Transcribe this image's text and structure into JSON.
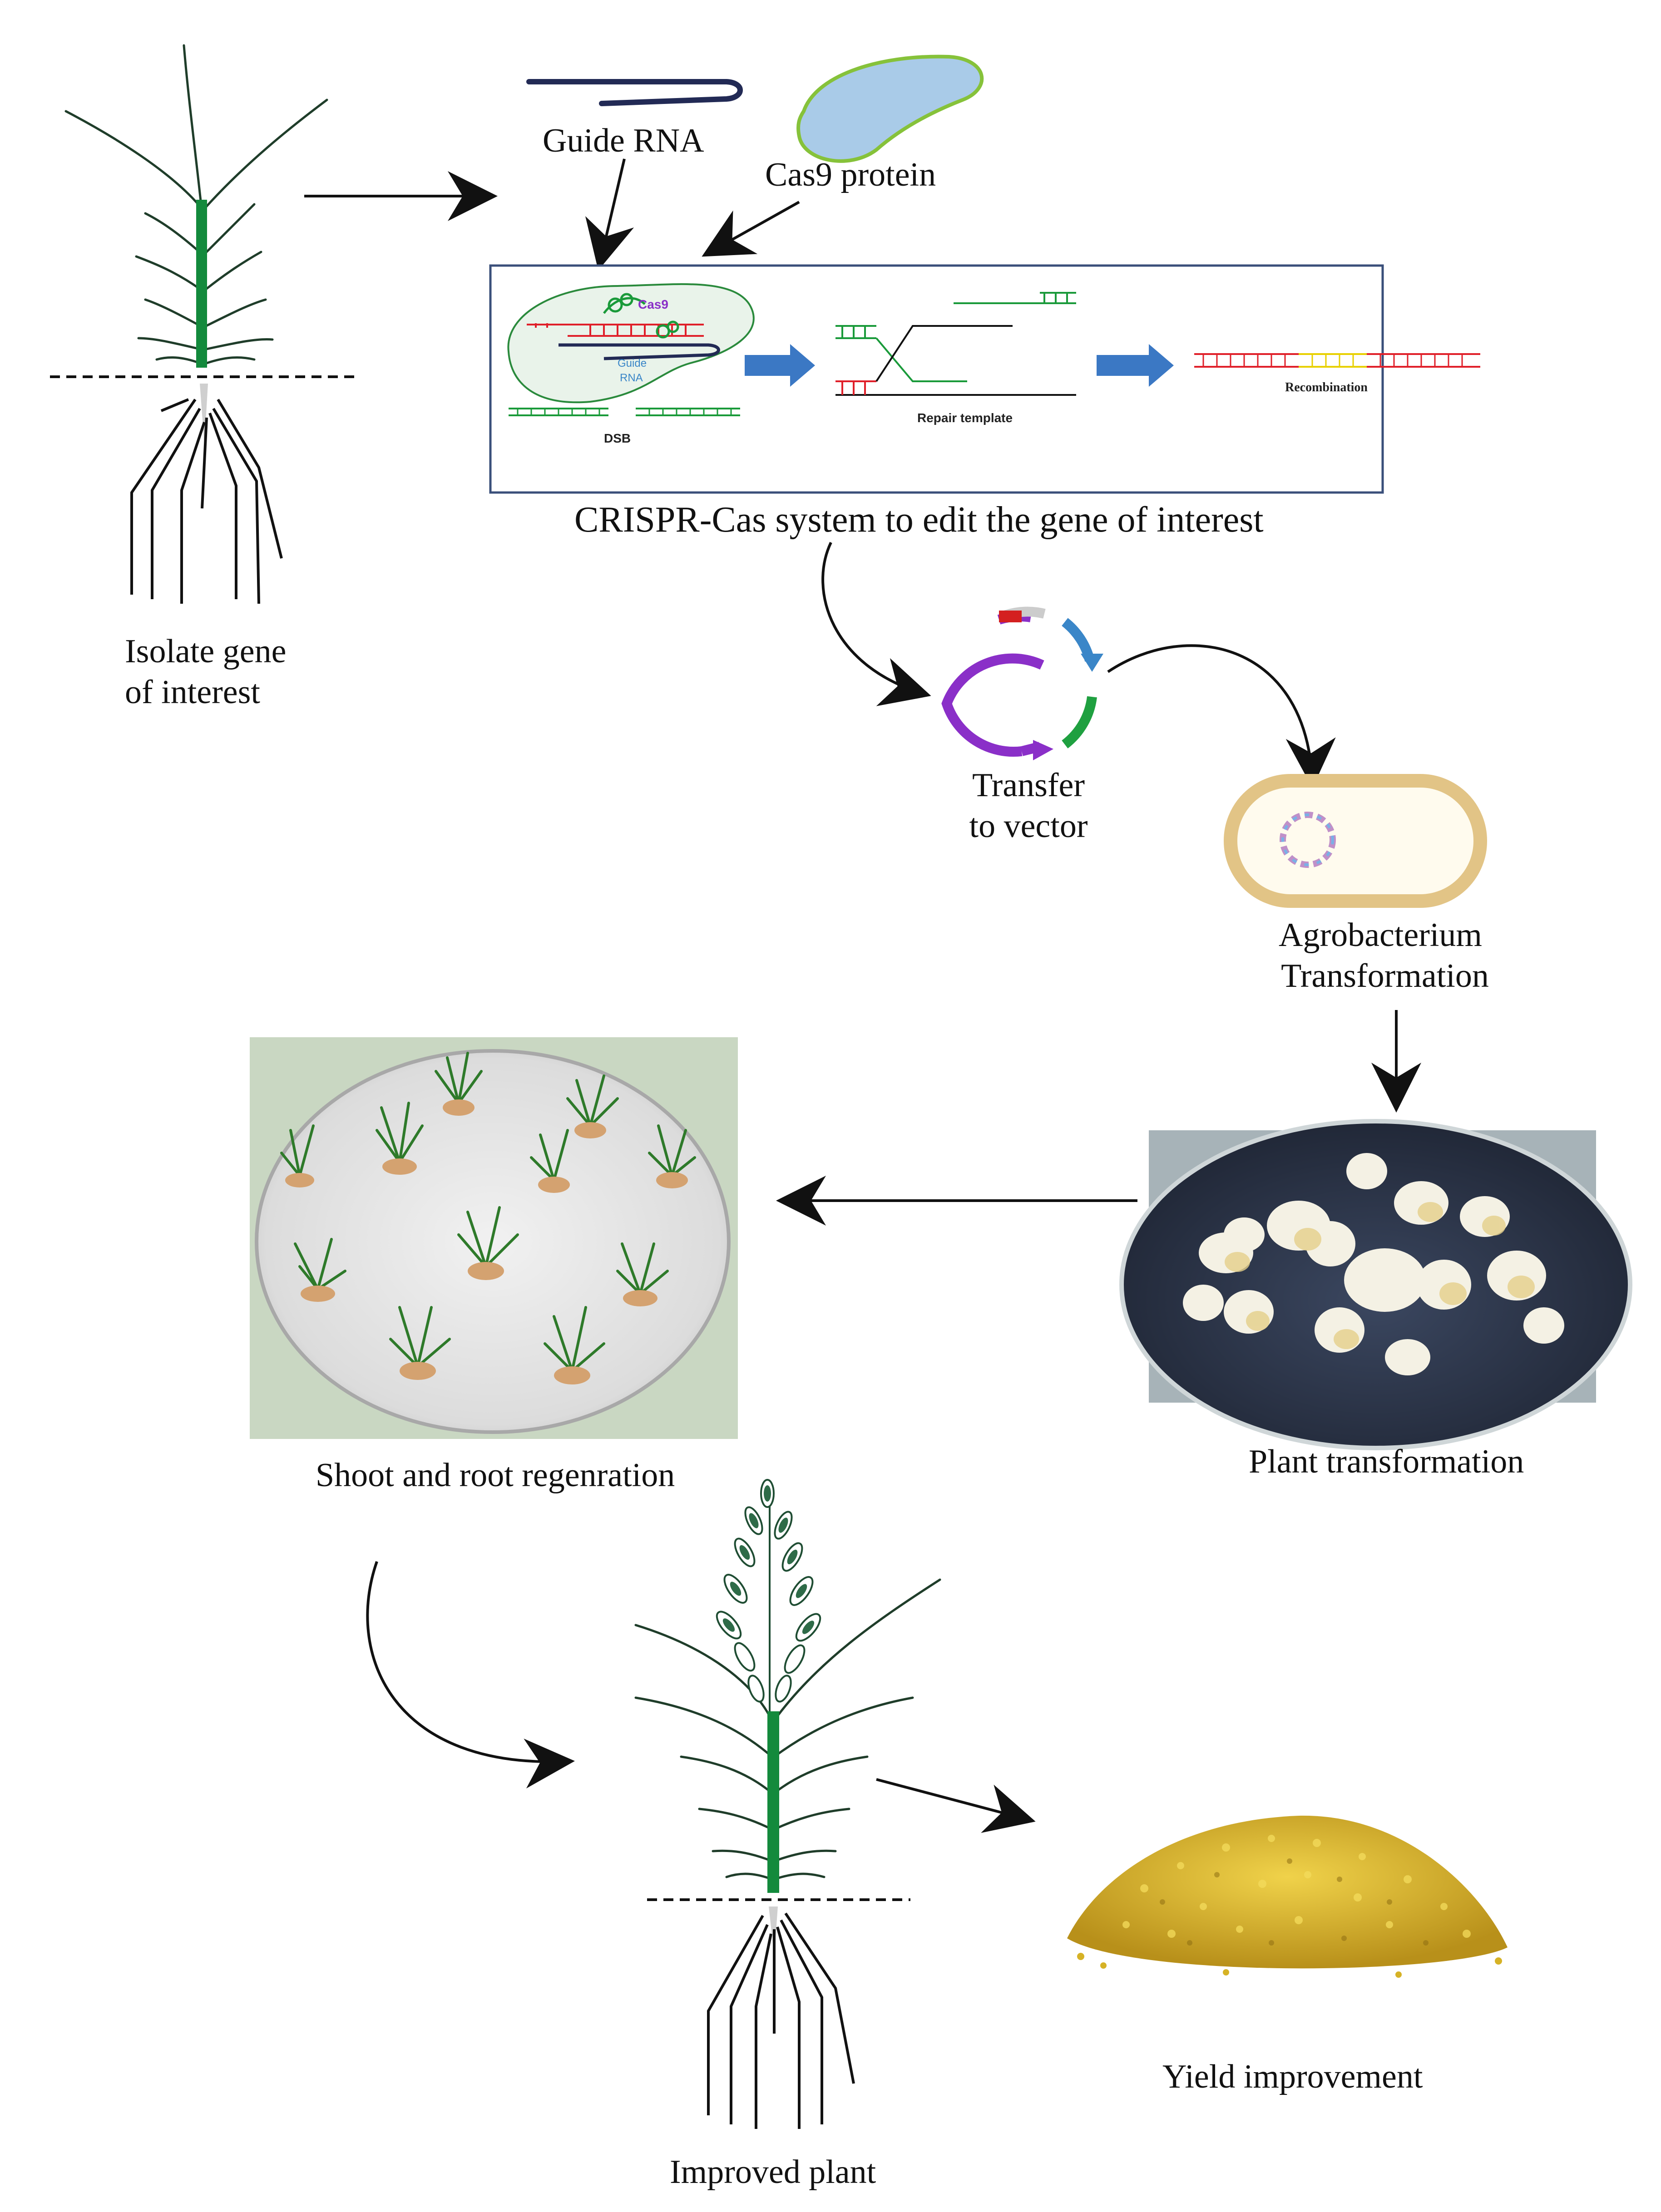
{
  "labels": {
    "isolate_line1": "Isolate gene",
    "isolate_line2": "of interest",
    "guide_rna": "Guide RNA",
    "cas9_protein": "Cas9 protein",
    "crispr_system": "CRISPR-Cas system to edit the gene of interest",
    "transfer_line1": "Transfer",
    "transfer_line2": "to vector",
    "agro_line1": "Agrobacterium",
    "agro_line2": "Transformation",
    "plant_transformation": "Plant transformation",
    "shoot_root": "Shoot and root regenration",
    "improved_plant": "Improved plant",
    "yield": "Yield improvement"
  },
  "inset": {
    "cas9": "Cas9",
    "guide_line1": "Guide",
    "guide_line2": "RNA",
    "dsb": "DSB",
    "repair_template": "Repair template",
    "recombination": "Recombination"
  },
  "colors": {
    "plant_stem": "#138a3c",
    "leaf_outline": "#1f3d2a",
    "cas9_fill": "#a9cbe8",
    "cas9_border": "#86c23a",
    "inset_border": "#3a4f7a",
    "dna_red": "#e0202a",
    "dna_green": "#1a9a3a",
    "dna_yellow": "#e8d000",
    "block_arrow": "#3b78c4",
    "plasmid_purple": "#8a2fc8",
    "plasmid_blue": "#3a86c8",
    "plasmid_green": "#1fa040",
    "plasmid_red": "#d42020",
    "bacterium_wall": "#e2c486",
    "seed_gold": "#d6b226"
  }
}
